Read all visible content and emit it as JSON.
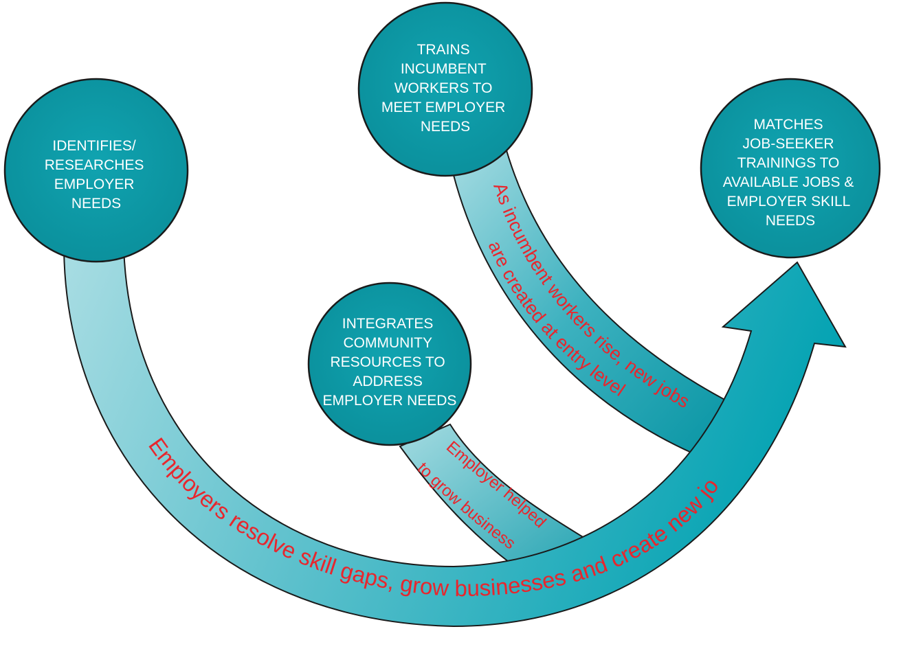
{
  "nodes": {
    "identifies": [
      "IDENTIFIES/",
      "RESEARCHES",
      "EMPLOYER",
      "NEEDS"
    ],
    "trains": [
      "TRAINS",
      "INCUMBENT",
      "WORKERS TO",
      "MEET EMPLOYER",
      "NEEDS"
    ],
    "integrates": [
      "INTEGRATES",
      "COMMUNITY",
      "RESOURCES TO",
      "ADDRESS",
      "EMPLOYER NEEDS"
    ],
    "matches": [
      "MATCHES",
      "JOB-SEEKER",
      "TRAININGS TO",
      "AVAILABLE JOBS &",
      "EMPLOYER SKILL",
      "NEEDS"
    ]
  },
  "flows": {
    "main": "Employers resolve skill gaps, grow businesses and create new jobs",
    "incumbent_line1": "As incumbent workers rise, new jobs",
    "incumbent_line2": "are created at entry level",
    "employer_line1": "Employer helped",
    "employer_line2": "to grow business"
  },
  "colors": {
    "node_fill": "#0e9aa7",
    "band_light": "#a9dde3",
    "band_dark": "#0aa2b1",
    "label_red": "#e8262d"
  }
}
